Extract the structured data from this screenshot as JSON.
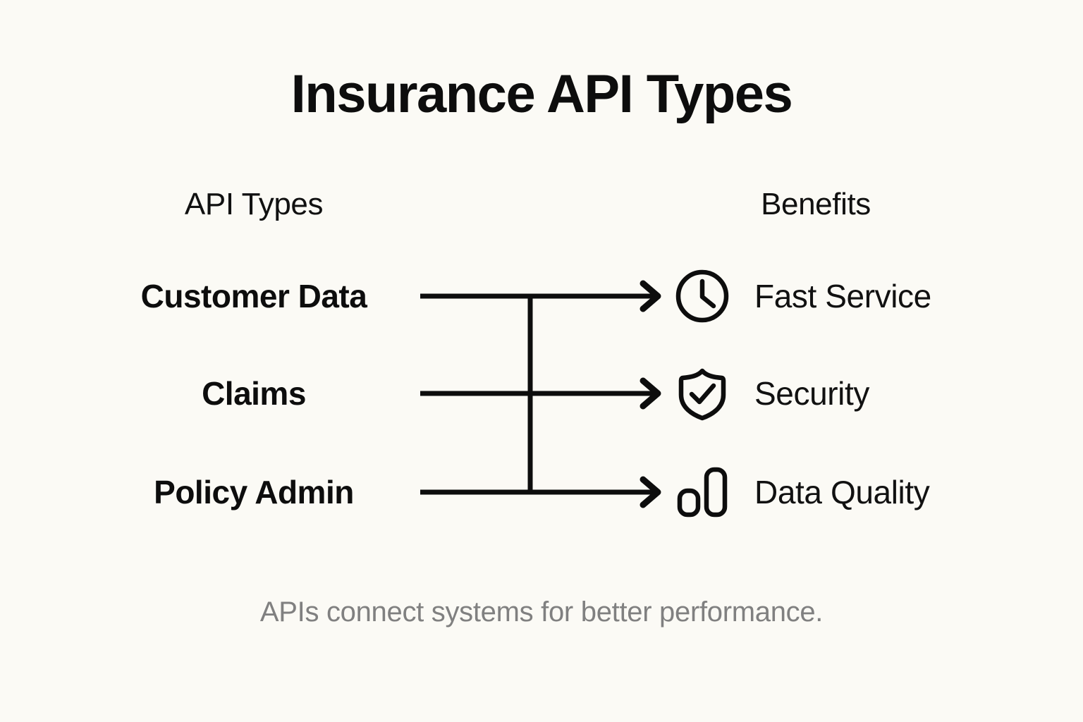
{
  "diagram": {
    "title": "Insurance API Types",
    "caption": "APIs connect systems for better performance.",
    "background_color": "#FBFAF5",
    "ink_color": "#0D0D0D",
    "caption_color": "#808080",
    "columns": {
      "left_header": "API Types",
      "right_header": "Benefits"
    },
    "rows": [
      {
        "source": "Customer Data",
        "target": "Fast Service",
        "icon": "clock-icon",
        "connector": "arrow-right"
      },
      {
        "source": "Claims",
        "target": "Security",
        "icon": "shield-check-icon",
        "connector": "arrow-right"
      },
      {
        "source": "Policy Admin",
        "target": "Data Quality",
        "icon": "bar-chart-icon",
        "connector": "arrow-right"
      }
    ],
    "spine": {
      "name": "vertical-connector-spine",
      "description": "vertical line joining all three arrows"
    }
  }
}
